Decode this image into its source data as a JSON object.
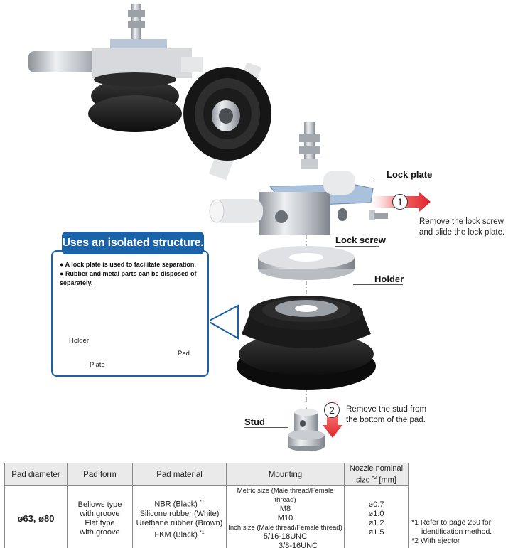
{
  "labels": {
    "lock_plate": "Lock plate",
    "lock_screw": "Lock screw",
    "holder": "Holder",
    "stud": "Stud"
  },
  "steps": [
    {
      "number": "1",
      "text_line1": "Remove the lock screw",
      "text_line2": "and slide the lock plate."
    },
    {
      "number": "2",
      "text_line1": "Remove the stud from",
      "text_line2": "the bottom of the pad."
    }
  ],
  "callout": {
    "title": "Uses an isolated structure.",
    "bullets": [
      "A lock plate is used to facilitate separation.",
      "Rubber and metal parts can be disposed of separately."
    ],
    "labels": {
      "holder": "Holder",
      "plate": "Plate",
      "pad": "Pad"
    }
  },
  "table": {
    "headers": {
      "diameter": "Pad diameter",
      "form": "Pad form",
      "material": "Pad material",
      "mounting": "Mounting",
      "nozzle_line1": "Nozzle nominal",
      "nozzle_line2": "size ",
      "nozzle_sup": "*2",
      "nozzle_unit": " [mm]"
    },
    "diameter_a": "ø63",
    "diameter_sep": ", ",
    "diameter_b": "ø80",
    "forms": [
      "Bellows type",
      "with groove",
      "Flat type",
      "with groove"
    ],
    "materials": [
      {
        "name": "NBR (Black) ",
        "sup": "*1"
      },
      {
        "name": "Silicone rubber (White)",
        "sup": ""
      },
      {
        "name": "Urethane rubber (Brown)",
        "sup": ""
      },
      {
        "name": "FKM (Black) ",
        "sup": "*1"
      }
    ],
    "mounting": {
      "metric_title": "Metric size (Male thread/Female thread)",
      "metric_values": [
        "M8",
        "M10"
      ],
      "inch_title": "Inch size (Male thread/Female thread)",
      "inch_values": [
        "5/16-18UNC",
        "3/8-16UNC"
      ]
    },
    "nozzles": [
      "ø0.7",
      "ø1.0",
      "ø1.2",
      "ø1.5"
    ]
  },
  "footnotes": {
    "note1_line1": "*1 Refer to page 260 for",
    "note1_line2": "identification method.",
    "note2": "*2 With ejector"
  },
  "colors": {
    "accent_blue": "#1a63a8",
    "arrow_red": "#e0232a"
  }
}
